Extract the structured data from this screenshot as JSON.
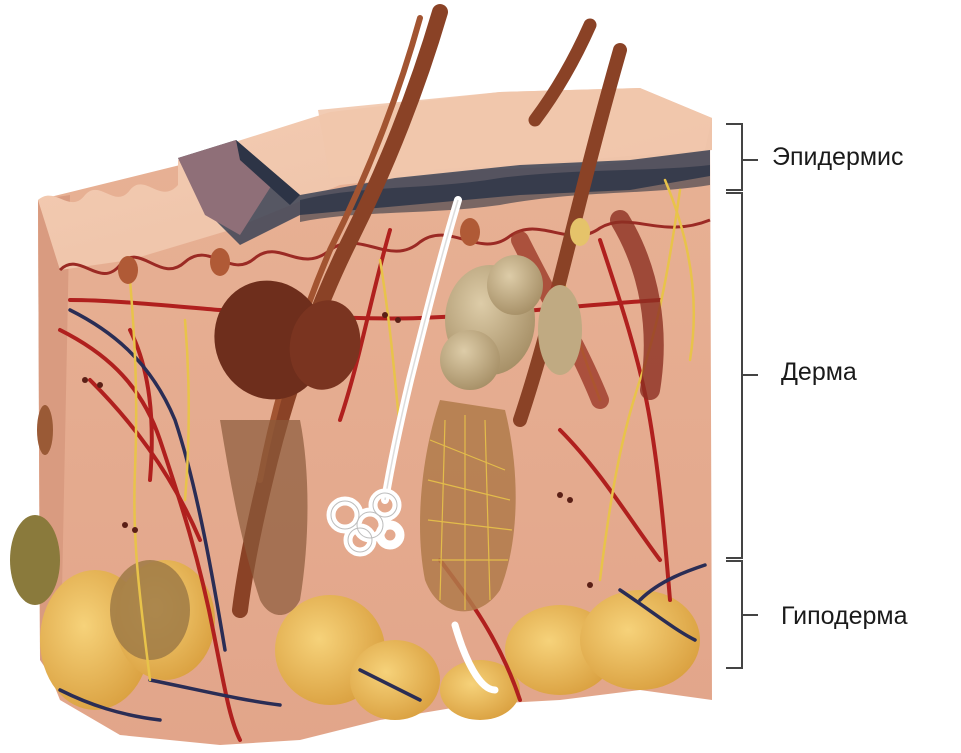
{
  "labels": {
    "epidermis": "Эпидермис",
    "dermis": "Дерма",
    "hypodermis": "Гиподерма"
  },
  "colors": {
    "background": "#ffffff",
    "skin_surface": "#eec3a6",
    "dermis": "#e9b49a",
    "epidermis_dark": "#3b4356",
    "hair": "#8a4226",
    "artery": "#b0201e",
    "vein": "#2a2d55",
    "nerve": "#e8c34a",
    "fat": "#e8b84f",
    "sweat_gland": "#ffffff",
    "sebaceous_gland": "#c7b28c",
    "bracket": "#444444"
  }
}
